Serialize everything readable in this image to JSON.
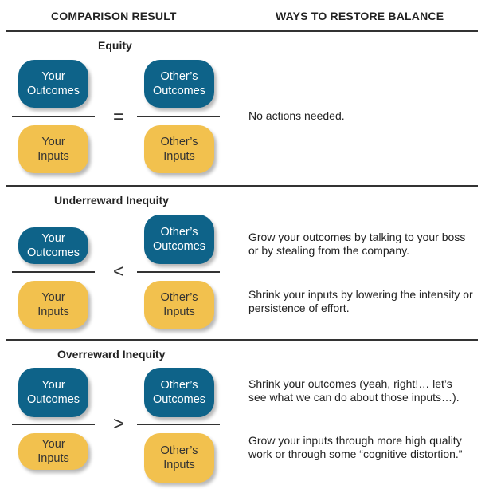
{
  "headers": {
    "left": "COMPARISON RESULT",
    "right": "WAYS TO RESTORE BALANCE"
  },
  "colors": {
    "outcomes": "#0e6389",
    "inputs": "#f2c14e"
  },
  "labels": {
    "your_outcomes": "Your\nOutcomes",
    "others_outcomes": "Other’s\nOutcomes",
    "your_inputs": "Your\nInputs",
    "others_inputs": "Other’s\nInputs"
  },
  "sections": [
    {
      "title": "Equity",
      "operator": "=",
      "ways": [
        "No actions needed."
      ]
    },
    {
      "title": "Underreward Inequity",
      "operator": "<",
      "ways": [
        "Grow your outcomes by talking to your boss or by stealing from the company.",
        "Shrink your inputs by lowering the intensity or persistence of effort."
      ]
    },
    {
      "title": "Overreward Inequity",
      "operator": ">",
      "ways": [
        "Shrink your outcomes (yeah, right!… let’s see what we can do about those inputs…).",
        "Grow your inputs through more high quality work or through some “cognitive distortion.”"
      ]
    }
  ]
}
